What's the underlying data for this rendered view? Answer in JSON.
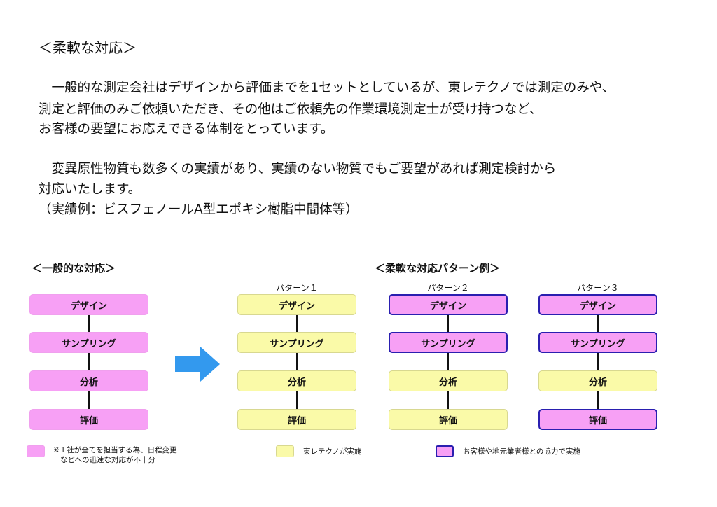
{
  "title": "＜柔軟な対応＞",
  "paragraph1": [
    "　一般的な測定会社はデザインから評価までを1セットとしているが、東レテクノでは測定のみや、",
    "測定と評価のみご依頼いただき、その他はご依頼先の作業環境測定士が受け持つなど、",
    "お客様の要望にお応えできる体制をとっています。"
  ],
  "paragraph2": [
    "　変異原性物質も数多くの実績があり、実績のない物質でもご要望があれば測定検討から",
    "対応いたします。",
    "（実績例：ビスフェノールA型エポキシ樹脂中間体等）"
  ],
  "general": {
    "heading": "＜一般的な対応＞",
    "steps": [
      "デザイン",
      "サンプリング",
      "分析",
      "評価"
    ]
  },
  "flexible": {
    "heading": "＜柔軟な対応パターン例＞",
    "patterns": [
      {
        "label": "パターン１",
        "steps": [
          "デザイン",
          "サンプリング",
          "分析",
          "評価"
        ]
      },
      {
        "label": "パターン２",
        "steps": [
          "デザイン",
          "サンプリング",
          "分析",
          "評価"
        ]
      },
      {
        "label": "パターン３",
        "steps": [
          "デザイン",
          "サンプリング",
          "分析",
          "評価"
        ]
      }
    ]
  },
  "legend": {
    "pink": [
      "※１社が全てを担当する為、日程変更",
      "などへの迅速な対応が不十分"
    ],
    "yellow": "東レテクノが実施",
    "blue": "お客様や地元業者様との協力で実施"
  },
  "colors": {
    "pink": "#f7a0f5",
    "yellow": "#fafaa8",
    "border": "#2a1fb0",
    "arrow": "#3399ee"
  }
}
